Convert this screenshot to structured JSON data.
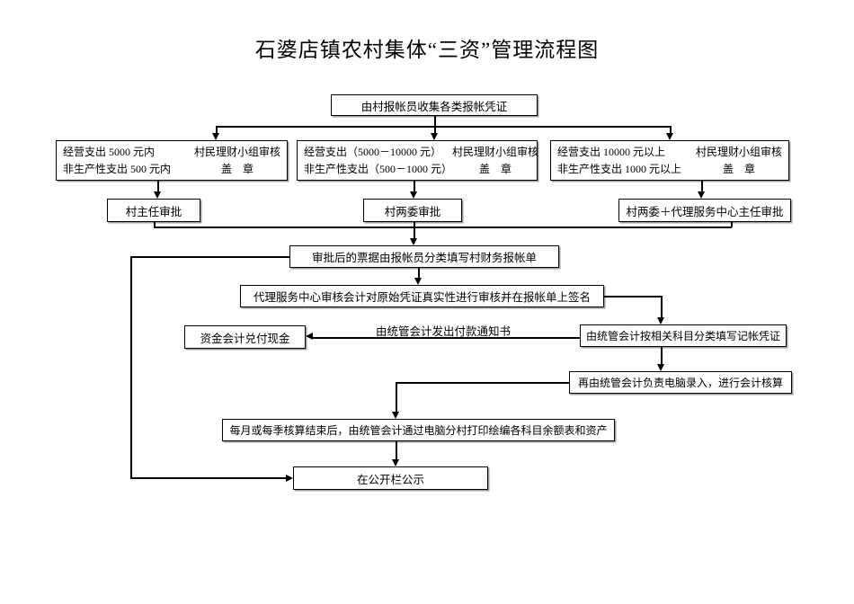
{
  "title": "石婆店镇农村集体“三资”管理流程图",
  "colors": {
    "background": "#ffffff",
    "line": "#000000",
    "text": "#000000"
  },
  "nodes": {
    "collect": "由村报帐员收集各类报帐凭证",
    "criteria_small": {
      "expense": "经营支出 5000 元内",
      "review": "村民理财小组审核",
      "nonproductive": "非生产性支出 500 元内",
      "seal": "盖　章"
    },
    "criteria_medium": {
      "expense": "经营支出（5000－10000 元）",
      "review": "村民理财小组审核",
      "nonproductive": "非生产性支出（500－1000 元）",
      "seal": "盖　章"
    },
    "criteria_large": {
      "expense": "经营支出 10000 元以上",
      "review": "村民理财小组审核",
      "nonproductive": "非生产性支出 1000 元以上",
      "seal": "盖　章"
    },
    "approve_small": "村主任审批",
    "approve_medium": "村两委审批",
    "approve_large": "村两委＋代理服务中心主任审批",
    "report": "审批后的票据由报帐员分类填写村财务报帐单",
    "audit": "代理服务中心审核会计对原始凭证真实性进行审核并在报帐单上签名",
    "cash": "资金会计兑付现金",
    "payment_notice": "由统管会计发出付款通知书",
    "voucher": "由统管会计按相关科目分类填写记帐凭证",
    "entry": "再由统管会计负责电脑录入，进行会计核算",
    "monthly": "每月或每季核算结束后，由统管会计通过电脑分村打印绘编各科目余额表和资产",
    "publicity": "在公开栏公示"
  }
}
